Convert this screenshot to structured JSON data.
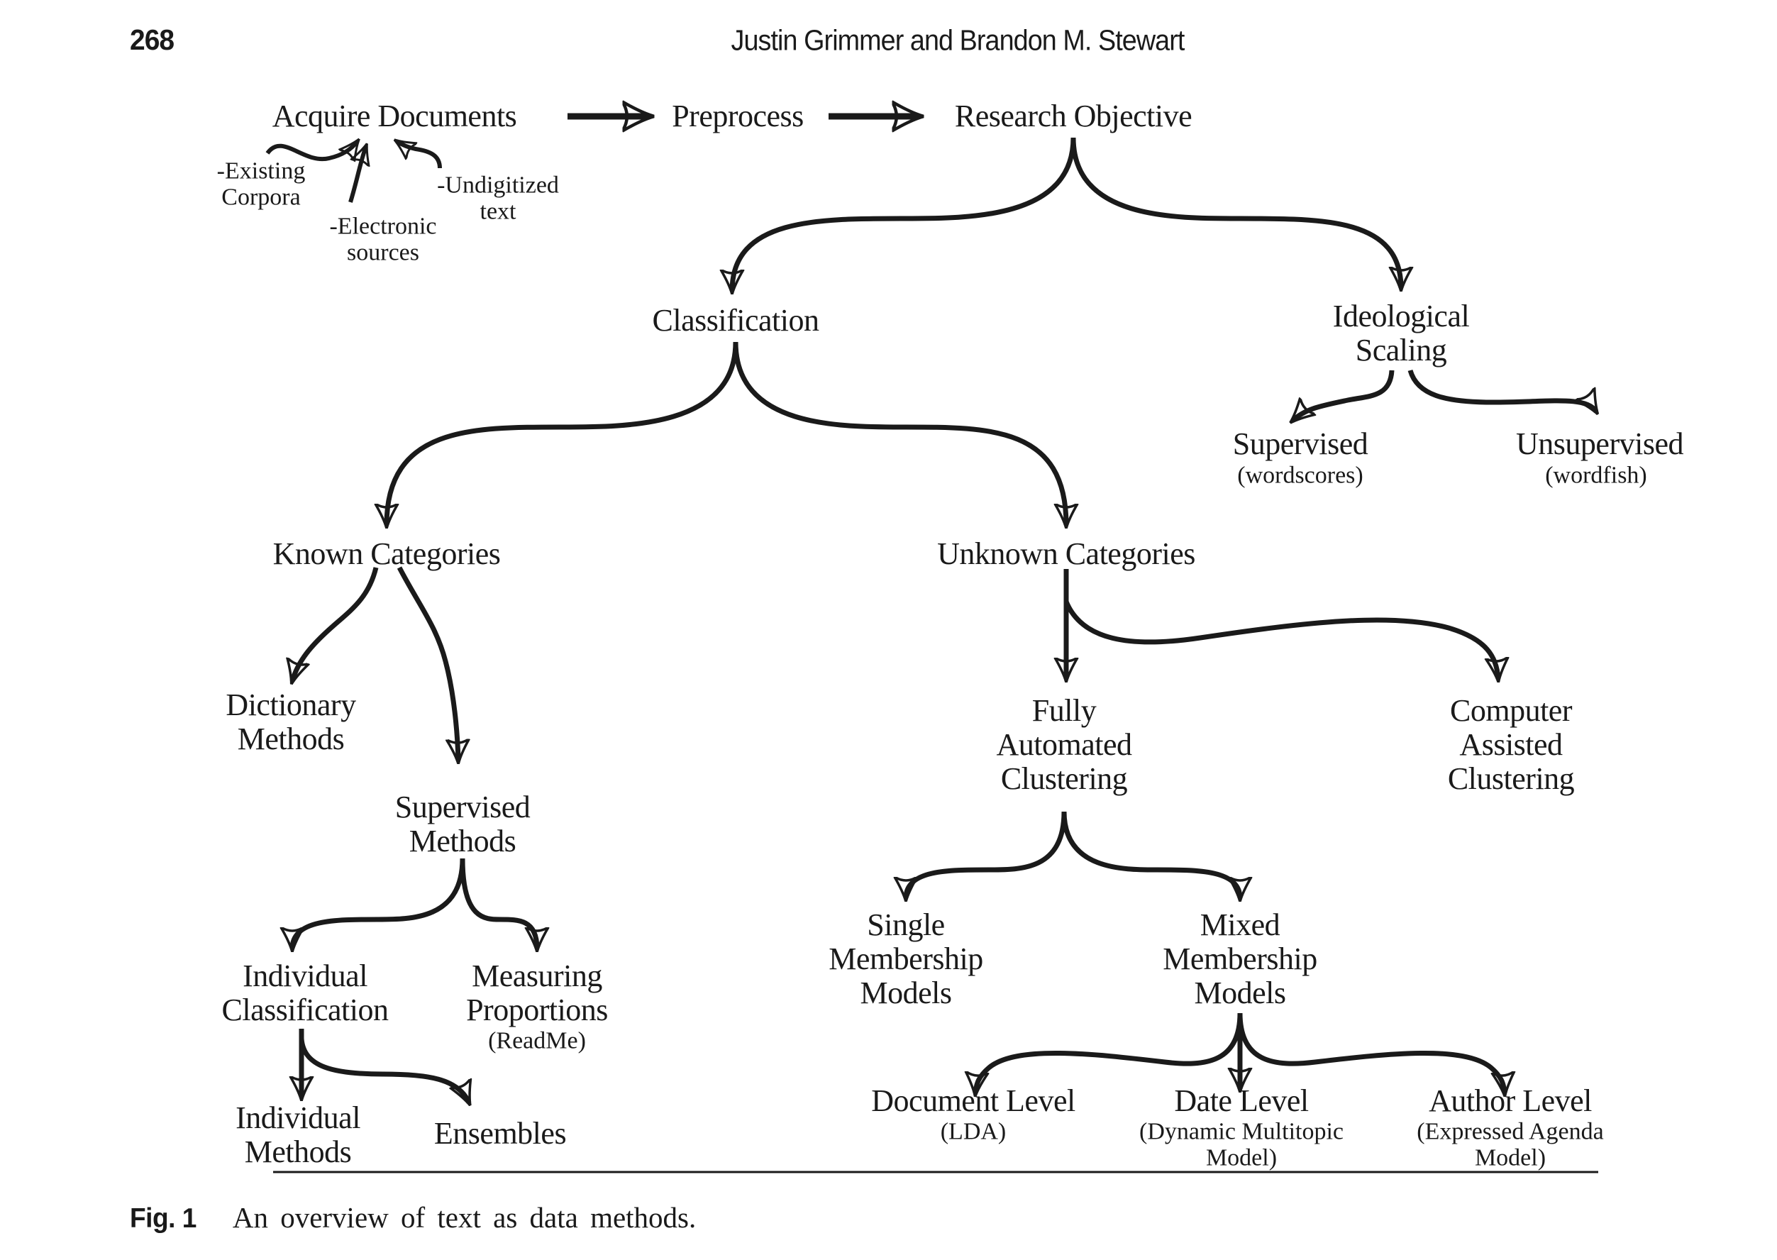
{
  "page": {
    "number": "268",
    "running_title": "Justin Grimmer and Brandon M. Stewart"
  },
  "figure": {
    "label": "Fig. 1",
    "caption": "An overview of text as data methods."
  },
  "diagram": {
    "ink_color": "#1a1a1a",
    "nodes": {
      "acquire": "Acquire Documents",
      "preprocess": "Preprocess",
      "research": "Research Objective",
      "existing": "-Existing\nCorpora",
      "electronic": "-Electronic\nsources",
      "undigitized": "-Undigitized\ntext",
      "classification": "Classification",
      "ideological": "Ideological\nScaling",
      "supervised_scaling": "Supervised",
      "supervised_scaling_note": "(wordscores)",
      "unsupervised_scaling": "Unsupervised",
      "unsupervised_scaling_note": "(wordfish)",
      "known": "Known Categories",
      "unknown": "Unknown Categories",
      "dictionary": "Dictionary\nMethods",
      "supervised_methods": "Supervised\nMethods",
      "individual_classification": "Individual\nClassification",
      "measuring_proportions": "Measuring\nProportions",
      "measuring_proportions_note": "(ReadMe)",
      "individual_methods": "Individual\nMethods",
      "ensembles": "Ensembles",
      "fully_automated": "Fully\nAutomated\nClustering",
      "computer_assisted": "Computer\nAssisted\nClustering",
      "single_membership": "Single\nMembership\nModels",
      "mixed_membership": "Mixed\nMembership\nModels",
      "document_level": "Document Level",
      "document_level_note": "(LDA)",
      "date_level": "Date Level",
      "date_level_note": "(Dynamic Multitopic\nModel)",
      "author_level": "Author Level",
      "author_level_note": "(Expressed Agenda\nModel)"
    },
    "edges": [
      {
        "from": "acquire",
        "to": "preprocess"
      },
      {
        "from": "preprocess",
        "to": "research"
      },
      {
        "from": "existing",
        "to": "acquire"
      },
      {
        "from": "electronic",
        "to": "acquire"
      },
      {
        "from": "undigitized",
        "to": "acquire"
      },
      {
        "from": "research",
        "to": "classification"
      },
      {
        "from": "research",
        "to": "ideological"
      },
      {
        "from": "ideological",
        "to": "supervised_scaling"
      },
      {
        "from": "ideological",
        "to": "unsupervised_scaling"
      },
      {
        "from": "classification",
        "to": "known"
      },
      {
        "from": "classification",
        "to": "unknown"
      },
      {
        "from": "known",
        "to": "dictionary"
      },
      {
        "from": "known",
        "to": "supervised_methods"
      },
      {
        "from": "supervised_methods",
        "to": "individual_classification"
      },
      {
        "from": "supervised_methods",
        "to": "measuring_proportions"
      },
      {
        "from": "individual_classification",
        "to": "individual_methods"
      },
      {
        "from": "individual_classification",
        "to": "ensembles"
      },
      {
        "from": "unknown",
        "to": "fully_automated"
      },
      {
        "from": "unknown",
        "to": "computer_assisted"
      },
      {
        "from": "fully_automated",
        "to": "single_membership"
      },
      {
        "from": "fully_automated",
        "to": "mixed_membership"
      },
      {
        "from": "mixed_membership",
        "to": "document_level"
      },
      {
        "from": "mixed_membership",
        "to": "date_level"
      },
      {
        "from": "mixed_membership",
        "to": "author_level"
      }
    ]
  }
}
